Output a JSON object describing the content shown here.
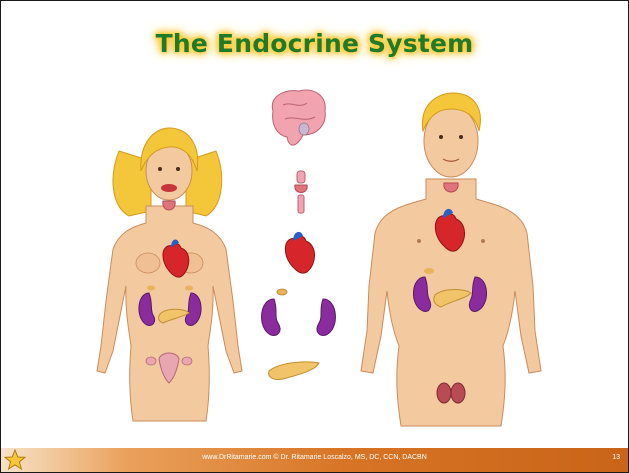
{
  "slide": {
    "title": "The Endocrine System",
    "footer_text": "www.DrRitamarie.com     © Dr. Ritamarie Loscalzo, MS, DC, CCN, DACBN",
    "page_number": "13"
  },
  "icons": {
    "star": "star-icon",
    "brain": "brain-icon",
    "thyroid": "thyroid-icon",
    "heart": "heart-icon",
    "kidney": "kidney-icon",
    "adrenal": "adrenal-gland-icon",
    "pancreas": "pancreas-icon"
  },
  "colors": {
    "title_text": "#1f7a2a",
    "title_glow": "#ffc21a",
    "footer_start": "#f6e3c8",
    "footer_end": "#c96418",
    "skin": "#f3c9a0",
    "hair": "#f4c63a",
    "heart": "#d7262b",
    "kidney": "#8a2c9e",
    "pancreas": "#f2c46a"
  }
}
